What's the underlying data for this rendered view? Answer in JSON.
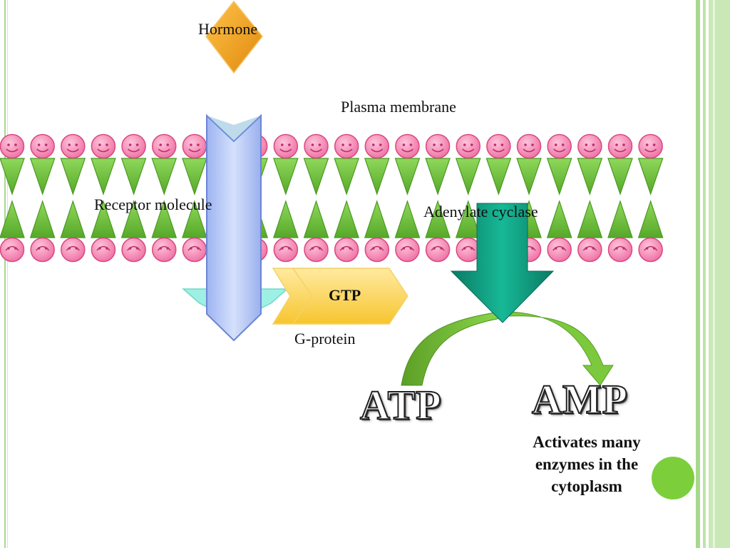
{
  "labels": {
    "hormone": "Hormone",
    "plasma_membrane": "Plasma membrane",
    "receptor": "Receptor molecule",
    "adenylate": "Adenylate cyclase",
    "gtp": "GTP",
    "gprotein": "G-protein",
    "atp": "ATP",
    "amp": "AMP",
    "activates": "Activates many enzymes in the cytoplasm"
  },
  "colors": {
    "hormone": "#f0a51c",
    "phospholipid_head": "#f591b8",
    "lipid_tail": "#6cc23a",
    "receptor": "#b5c8f7",
    "gtp_chevron": "#ffd85a",
    "gprotein_base": "#9ff0e4",
    "adenylate_arrow": "#0e8a73",
    "reaction_arrow": "#6ab22e",
    "bullet": "#7ccf3b",
    "frame": "#a8d88e"
  }
}
